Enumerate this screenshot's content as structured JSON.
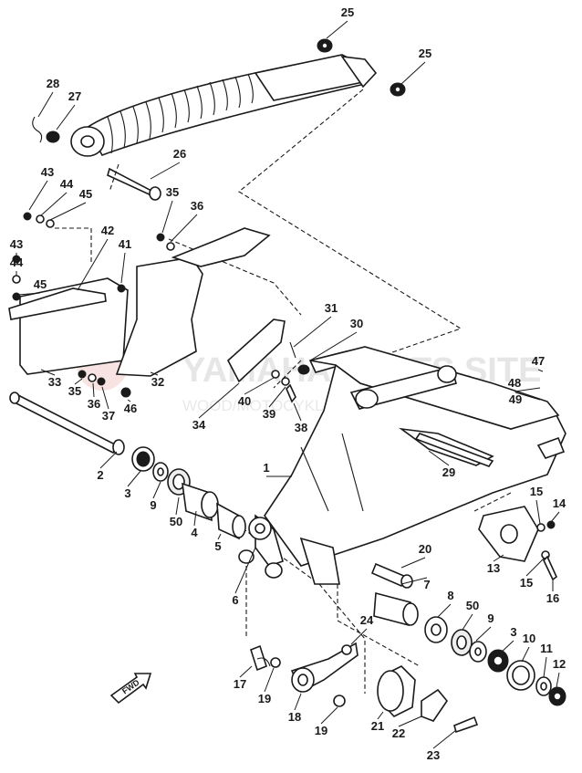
{
  "watermark": {
    "line1": "YAMAHA PARTS SITE",
    "line2": "WOOD/MOTOCYKL/YAMAHA"
  },
  "fwd_label": "FWD",
  "callouts": [
    {
      "n": "1"
    },
    {
      "n": "2"
    },
    {
      "n": "3"
    },
    {
      "n": "3"
    },
    {
      "n": "4"
    },
    {
      "n": "5"
    },
    {
      "n": "6"
    },
    {
      "n": "7"
    },
    {
      "n": "8"
    },
    {
      "n": "9"
    },
    {
      "n": "9"
    },
    {
      "n": "10"
    },
    {
      "n": "11"
    },
    {
      "n": "12"
    },
    {
      "n": "13"
    },
    {
      "n": "14"
    },
    {
      "n": "15"
    },
    {
      "n": "15"
    },
    {
      "n": "16"
    },
    {
      "n": "17"
    },
    {
      "n": "18"
    },
    {
      "n": "19"
    },
    {
      "n": "19"
    },
    {
      "n": "20"
    },
    {
      "n": "21"
    },
    {
      "n": "22"
    },
    {
      "n": "23"
    },
    {
      "n": "24"
    },
    {
      "n": "25"
    },
    {
      "n": "25"
    },
    {
      "n": "26"
    },
    {
      "n": "27"
    },
    {
      "n": "28"
    },
    {
      "n": "29"
    },
    {
      "n": "30"
    },
    {
      "n": "31"
    },
    {
      "n": "32"
    },
    {
      "n": "33"
    },
    {
      "n": "34"
    },
    {
      "n": "35"
    },
    {
      "n": "35"
    },
    {
      "n": "36"
    },
    {
      "n": "36"
    },
    {
      "n": "37"
    },
    {
      "n": "38"
    },
    {
      "n": "39"
    },
    {
      "n": "40"
    },
    {
      "n": "41"
    },
    {
      "n": "42"
    },
    {
      "n": "43"
    },
    {
      "n": "43"
    },
    {
      "n": "44"
    },
    {
      "n": "44"
    },
    {
      "n": "45"
    },
    {
      "n": "45"
    },
    {
      "n": "46"
    },
    {
      "n": "47"
    },
    {
      "n": "48"
    },
    {
      "n": "49"
    },
    {
      "n": "50"
    },
    {
      "n": "50"
    }
  ]
}
